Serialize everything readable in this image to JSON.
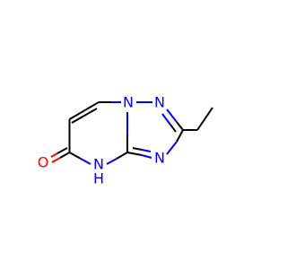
{
  "molecule": {
    "colors": {
      "carbon_bond": "#000000",
      "nitrogen": "#0000FF",
      "oxygen": "#FF0000"
    },
    "atoms": {
      "n_bridge": "N",
      "n_triazole_top": "N",
      "n_triazole_bottom": "N",
      "nh_label": "N",
      "h_label": "H",
      "oxygen": "O"
    }
  }
}
